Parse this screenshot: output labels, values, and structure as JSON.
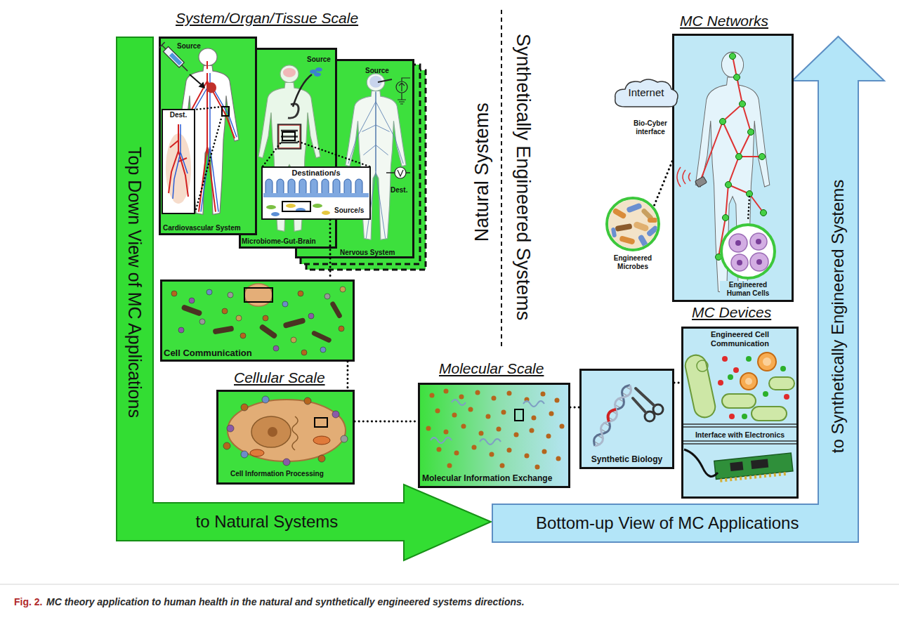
{
  "diagram": {
    "caption": "MC theory application to human health in the natural and synthetically engineered systems directions.",
    "nodes": [
      {
        "text": [
          "Top Down View of MC Applications",
          "to Natural Systems"
        ]
      },
      {
        "text": [
          "Source",
          "Cardiovascular System"
        ]
      },
      {
        "text": [
          "Dest."
        ],
        "in": 1
      },
      {
        "text": [
          "Source",
          "Microbiome-Gut-Brain"
        ]
      },
      {
        "text": [
          "Destination/s",
          "Source/s"
        ],
        "in": 3
      },
      {
        "text": [
          "Source",
          "Dest.",
          "Nervous System"
        ]
      },
      {
        "text": [
          "Cell Communication"
        ]
      },
      {
        "text": [
          "Cellular Scale",
          "Cell Information Processing"
        ]
      },
      {
        "text": [
          "Molecular Scale",
          "Molecular Information Exchange"
        ]
      },
      {
        "text": [
          "Synthetic Biology"
        ]
      },
      {
        "text": [
          "MC Devices",
          "Engineered Cell Communication",
          "Interface with Electronics"
        ]
      },
      {
        "text": [
          "MC Networks"
        ]
      },
      {
        "text": [
          "Internet"
        ]
      },
      {
        "text": [
          "Engineered Microbes"
        ]
      },
      {
        "text": [
          "Engineered Human Cells"
        ],
        "in": 11
      },
      {
        "text": [
          "Bottom-up View of MC Applications",
          "to Synthetically Engineered Systems"
        ]
      }
    ],
    "edges": [
      {
        "from": 4,
        "to": 6,
        "arrow": "none"
      },
      {
        "from": 6,
        "to": 7,
        "arrow": "none"
      },
      {
        "from": 7,
        "to": 8,
        "arrow": "none"
      },
      {
        "from": 8,
        "to": 9,
        "arrow": "none"
      },
      {
        "from": 9,
        "to": 10,
        "arrow": "none"
      },
      {
        "from": 11,
        "to": 13,
        "arrow": "none"
      }
    ],
    "labels": [
      "System/Organ/Tissue Scale",
      "Natural Systems",
      "Synthetically Engineered Systems",
      "Bio-Cyber interface",
      "Fig. 2."
    ]
  }
}
